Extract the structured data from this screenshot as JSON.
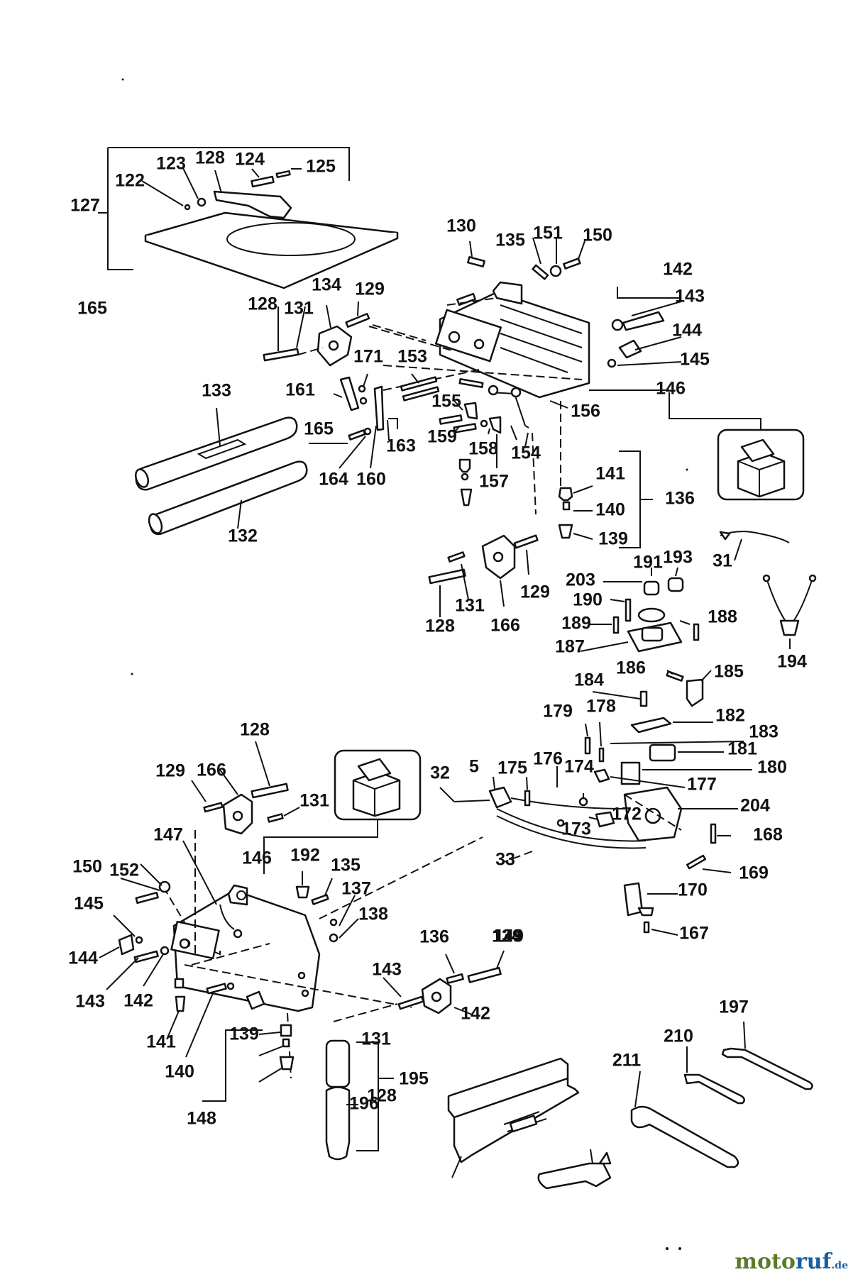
{
  "labels": [
    "122",
    "123",
    "128",
    "124",
    "125",
    "127",
    "165",
    "130",
    "135",
    "151",
    "150",
    "142",
    "143",
    "144",
    "145",
    "146",
    "128",
    "131",
    "134",
    "129",
    "171",
    "153",
    "161",
    "155",
    "156",
    "165",
    "159",
    "158",
    "157",
    "154",
    "163",
    "164",
    "160",
    "133",
    "132",
    "141",
    "140",
    "139",
    "136",
    "31",
    "128",
    "131",
    "129",
    "166",
    "203",
    "191",
    "193",
    "190",
    "189",
    "188",
    "187",
    "194",
    "184",
    "186",
    "185",
    "179",
    "178",
    "182",
    "183",
    "181",
    "180",
    "177",
    "176",
    "174",
    "175",
    "173",
    "172",
    "204",
    "168",
    "169",
    "170",
    "167",
    "32",
    "5",
    "33",
    "128",
    "166",
    "129",
    "131",
    "147",
    "152",
    "150",
    "146",
    "192",
    "135",
    "137",
    "138",
    "145",
    "144",
    "143",
    "142",
    "131",
    "128",
    "129",
    "134",
    "143",
    "142",
    "141",
    "140",
    "139",
    "136",
    "149",
    "148",
    "195",
    "196",
    "197",
    "210",
    "211"
  ],
  "watermark": {
    "brand_a": "moto",
    "brand_b": "ruf",
    "tld": ".de"
  }
}
